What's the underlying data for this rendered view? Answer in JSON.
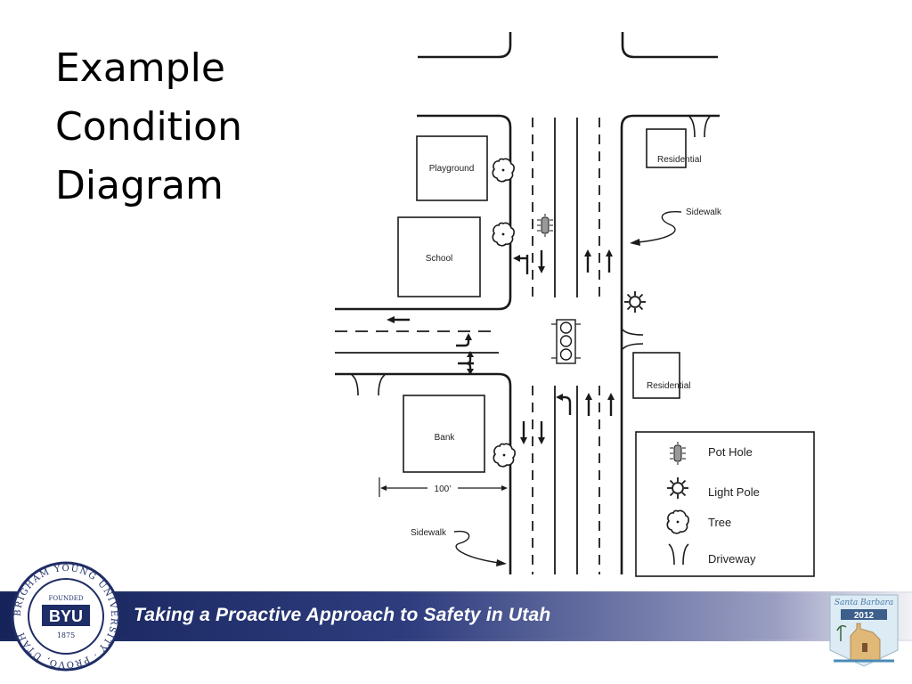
{
  "slide": {
    "title_lines": [
      "Example",
      "Condition",
      "Diagram"
    ],
    "tagline": "Taking a Proactive Approach to Safety in Utah"
  },
  "diagram": {
    "buildings": {
      "playground": "Playground",
      "school": "School",
      "residential_top": "Residential",
      "residential_mid": "Residential",
      "bank": "Bank"
    },
    "labels": {
      "sidewalk_right": "Sidewalk",
      "sidewalk_left": "Sidewalk",
      "distance": "100’"
    },
    "legend": {
      "items": [
        {
          "label": "Pot Hole",
          "icon": "pot-hole-icon"
        },
        {
          "label": "Light Pole",
          "icon": "light-pole-icon"
        },
        {
          "label": "Tree",
          "icon": "tree-icon"
        },
        {
          "label": "Driveway",
          "icon": "driveway-icon"
        }
      ]
    }
  },
  "logos": {
    "byu": {
      "founded": "FOUNDED",
      "name": "BYU",
      "year": "1875",
      "ring_text": "BRIGHAM YOUNG UNIVERSITY · PROVO, UTAH"
    },
    "conference": {
      "city": "Santa Barbara",
      "year": "2012"
    }
  },
  "colors": {
    "band_dark": "#16235a",
    "band_light": "#f2f2f6",
    "line": "#1a1a1a"
  }
}
